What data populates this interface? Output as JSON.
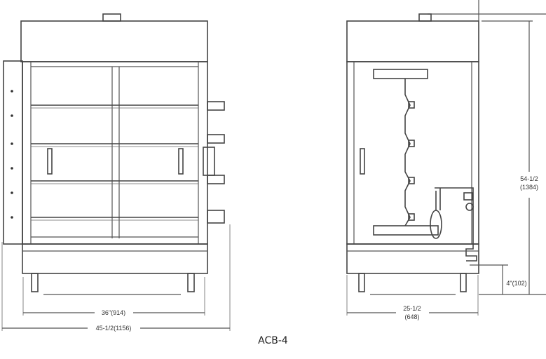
{
  "title": "ACB-4",
  "dimensions": {
    "inner_width": "36\"(914)",
    "overall_width": "45-1/2(1156)",
    "depth_line1": "25-1/2",
    "depth_line2": "(648)",
    "height_line1": "54-1/2",
    "height_line2": "(1384)",
    "leg_height": "4\"(102)"
  },
  "colors": {
    "line": "#555555",
    "background": "#ffffff"
  }
}
